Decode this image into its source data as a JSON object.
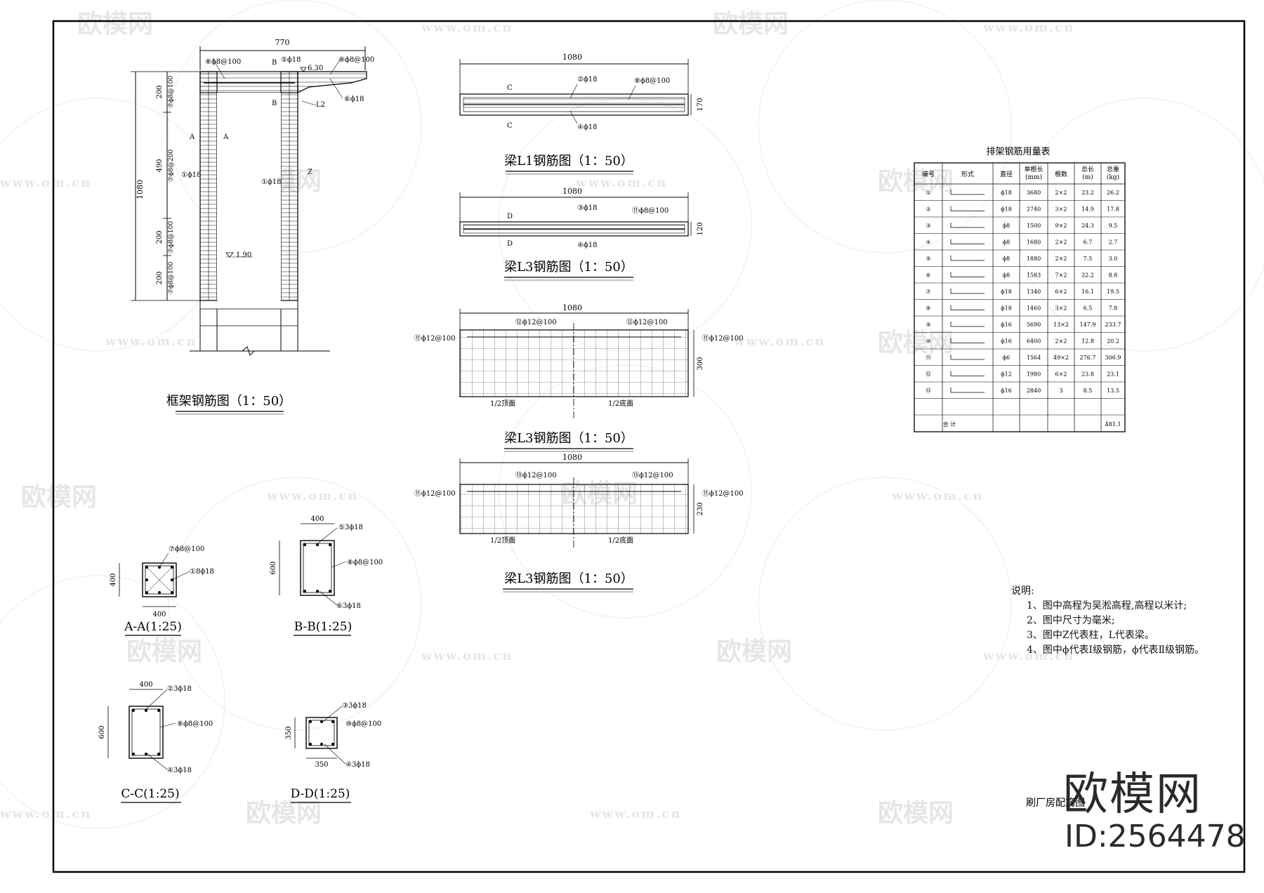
{
  "watermark": {
    "brand": "欧模网",
    "url": "www.om.cn"
  },
  "branding": {
    "big_logo": "欧模网",
    "id_label": "ID:2564478"
  },
  "frame": {
    "title": "框架钢筋图（1：50）",
    "dim_width": "770",
    "dim_height": "1080",
    "dim_segments": [
      "200",
      "490",
      "200",
      "200"
    ],
    "seg_rebar": [
      "⑦ϕ8@100",
      "⑦ϕ8@200",
      "⑦ϕ8@100",
      "⑦ϕ8@100"
    ],
    "labels": {
      "r8": "⑧ϕ8@100",
      "r5": "⑤ϕ18",
      "r9": "⑨ϕ8@100",
      "r6": "⑥ϕ18",
      "r1_left": "①ϕ18",
      "r1_inner": "①ϕ18",
      "elev_top": "6.30",
      "elev_mid": "1.90",
      "sec_a": "A",
      "sec_b": "B",
      "beam_l2": "L2",
      "col_z": "Z"
    }
  },
  "beam_l1": {
    "title": "梁L1钢筋图（1：50）",
    "dim_len": "1080",
    "dim_h": "170",
    "labels": {
      "r2": "②ϕ18",
      "r8": "⑧ϕ8@100",
      "r4": "④ϕ18",
      "sec": "C"
    }
  },
  "beam_l3a": {
    "title": "梁L3钢筋图（1：50）",
    "dim_len": "1080",
    "dim_h": "120",
    "labels": {
      "r3": "③ϕ18",
      "r11": "⑪ϕ8@100",
      "r4": "④ϕ18",
      "sec": "D"
    }
  },
  "beam_l3b": {
    "title": "梁L3钢筋图（1：50）",
    "dim_len": "1080",
    "dim_h": "300",
    "labels": {
      "top_l": "⑫ϕ12@100",
      "top_r": "⑫ϕ12@100",
      "left": "⑪ϕ12@100",
      "right": "⑪ϕ12@100",
      "bot_l": "1/2顶面",
      "bot_r": "1/2底面"
    }
  },
  "beam_l3c": {
    "title": "梁L3钢筋图（1：50）",
    "dim_len": "1080",
    "dim_h": "230",
    "labels": {
      "top_l": "⑬ϕ12@100",
      "top_r": "⑬ϕ12@100",
      "left": "⑪ϕ12@100",
      "right": "⑪ϕ12@100",
      "bot_l": "1/2顶面",
      "bot_r": "1/2底面"
    }
  },
  "sections": [
    {
      "title": "A-A(1:25)",
      "w": "400",
      "h": "400",
      "labels": [
        "⑦ϕ8@100",
        "①8ϕ18"
      ]
    },
    {
      "title": "B-B(1:25)",
      "w": "400",
      "h": "600",
      "labels": [
        "⑤3ϕ18",
        "⑧ϕ8@100",
        "⑥3ϕ18"
      ]
    },
    {
      "title": "C-C(1:25)",
      "w": "400",
      "h": "600",
      "labels": [
        "②3ϕ18",
        "⑧ϕ8@100",
        "④3ϕ18"
      ]
    },
    {
      "title": "D-D(1:25)",
      "w": "350",
      "h": "350",
      "labels": [
        "③3ϕ18",
        "⑩ϕ8@100",
        "④3ϕ18"
      ]
    }
  ],
  "rebar_table": {
    "title": "排架钢筋用量表",
    "headers": [
      "编号",
      "形式",
      "直径",
      "单根长\n(mm)",
      "根数",
      "总长\n(m)",
      "总重\n(kg)"
    ],
    "rows": [
      [
        "①",
        "",
        "ϕ18",
        "3680",
        "2×2",
        "23.2",
        "26.2"
      ],
      [
        "②",
        "",
        "ϕ18",
        "2740",
        "3×2",
        "14.9",
        "17.8"
      ],
      [
        "③",
        "",
        "ϕ8",
        "1500",
        "9×2",
        "24.3",
        "9.5"
      ],
      [
        "④",
        "",
        "ϕ8",
        "1680",
        "2×2",
        "6.7",
        "2.7"
      ],
      [
        "⑤",
        "",
        "ϕ8",
        "1880",
        "2×2",
        "7.5",
        "3.0"
      ],
      [
        "⑥",
        "",
        "ϕ8",
        "1583",
        "7×2",
        "22.2",
        "8.8"
      ],
      [
        "⑦",
        "",
        "ϕ18",
        "1340",
        "6×2",
        "16.1",
        "19.5"
      ],
      [
        "⑧",
        "",
        "ϕ18",
        "1460",
        "3×2",
        "6.5",
        "7.8"
      ],
      [
        "⑨",
        "",
        "ϕ16",
        "5690",
        "13×2",
        "147.9",
        "233.7"
      ],
      [
        "⑩",
        "",
        "ϕ16",
        "6400",
        "2×2",
        "12.8",
        "20.2"
      ],
      [
        "⑪",
        "",
        "ϕ6",
        "1564",
        "49×2",
        "276.7",
        "306.9"
      ],
      [
        "⑫",
        "",
        "ϕ12",
        "1980",
        "6×2",
        "23.8",
        "23.1"
      ],
      [
        "⑬",
        "",
        "ϕ16",
        "2840",
        "3",
        "8.5",
        "13.5"
      ],
      [
        "",
        "",
        "",
        "",
        "",
        "",
        ""
      ]
    ],
    "total_label": "合 计",
    "total_value": "481.1"
  },
  "notes": {
    "heading": "说明:",
    "items": [
      "1、图中高程为吴淞高程,高程以米计;",
      "2、图中尺寸为毫米;",
      "3、图中Z代表柱，L代表梁。",
      "4、图中ϕ代表Ⅰ级钢筋，ϕ代表Ⅱ级钢筋。"
    ]
  },
  "drawing_title": "刷厂房配筋图"
}
